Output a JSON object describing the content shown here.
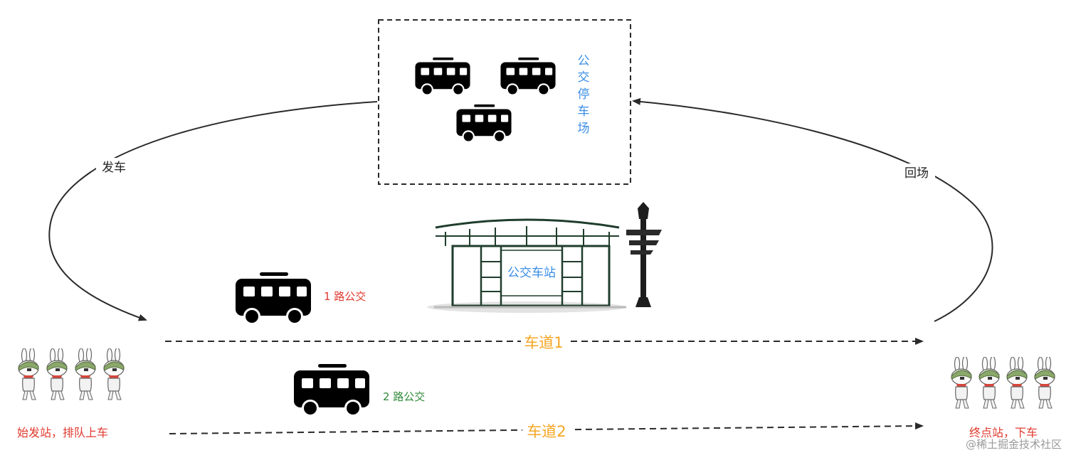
{
  "depot": {
    "label_chars": [
      "公",
      "交",
      "停",
      "车",
      "场"
    ]
  },
  "arrows": {
    "depart": "发车",
    "return": "回场"
  },
  "buses": {
    "route1": "1 路公交",
    "route2": "2 路公交"
  },
  "station": {
    "sign": "公交车站"
  },
  "lanes": {
    "lane1": "车道1",
    "lane2": "车道2"
  },
  "stops": {
    "start": "始发站，排队上车",
    "end": "终点站，下车"
  },
  "watermark": "@稀土掘金技术社区",
  "colors": {
    "depot_label": "#3a8ee6",
    "route1": "#e03a2f",
    "route2": "#2f8a3a",
    "lane": "#f5a623",
    "stop": "#e03a2f",
    "line": "#2a2a2a"
  }
}
